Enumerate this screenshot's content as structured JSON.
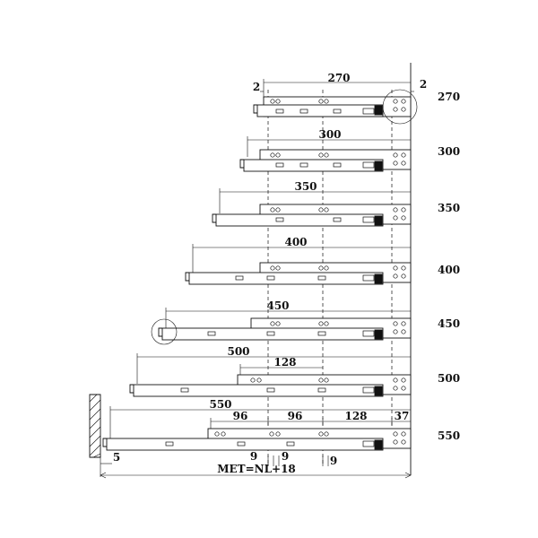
{
  "drawers": [
    {
      "label": "270",
      "side_label": "270"
    },
    {
      "label": "300",
      "side_label": "300"
    },
    {
      "label": "350",
      "side_label": "350"
    },
    {
      "label": "400",
      "side_label": "400"
    },
    {
      "label": "450",
      "side_label": "450"
    },
    {
      "label": "500",
      "side_label": "500"
    },
    {
      "label": "550",
      "side_label": "550"
    }
  ],
  "top_dims": {
    "left_gap": "2",
    "right_gap": "2"
  },
  "dim_500": {
    "spacing": "128"
  },
  "dim_550": {
    "a": "96",
    "b": "96",
    "c": "128",
    "end": "37"
  },
  "bottom_dims": {
    "left_offset": "5",
    "nine_a": "9",
    "nine_b": "9",
    "nine_c": "9",
    "formula": "MET=NL+18"
  }
}
